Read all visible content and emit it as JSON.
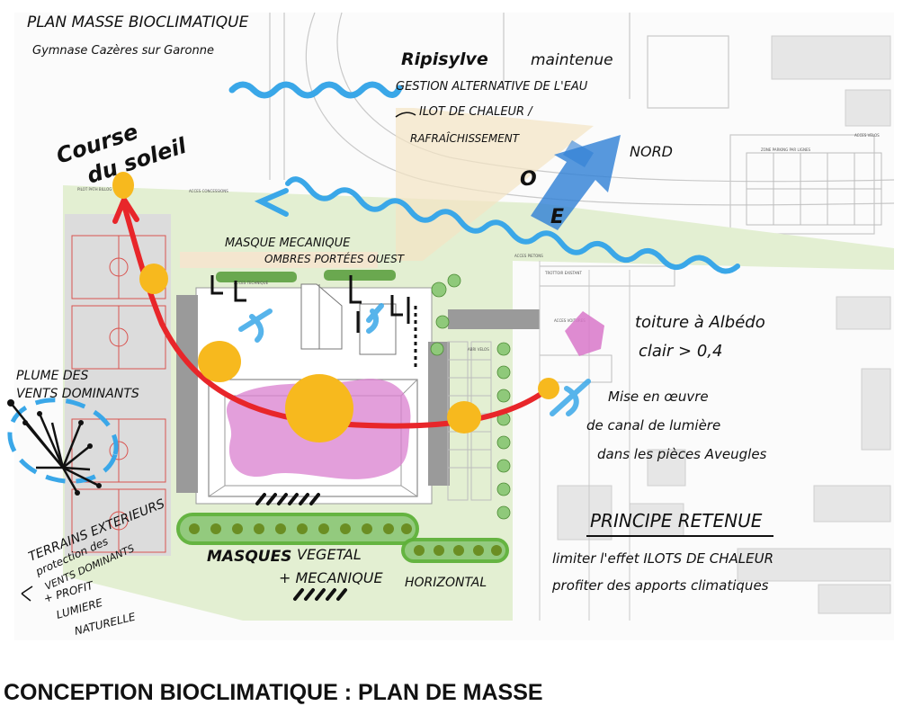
{
  "title": "PLAN MASSE BIOCLIMATIQUE",
  "subtitle": "Gymnase Cazères sur Garonne",
  "caption": "CONCEPTION BIOCLIMATIQUE : PLAN DE MASSE",
  "labels": {
    "ripisylve_a": "Ripisylve",
    "ripisylve_b": "maintenue",
    "gestion_eau": "GESTION ALTERNATIVE DE L'EAU",
    "ilot_chaleur": "ILOT DE CHALEUR /",
    "rafraichissement": "RAFRAÎCHISSEMENT",
    "course_soleil_a": "Course",
    "course_soleil_b": "du soleil",
    "nord": "NORD",
    "ouest": "O",
    "est": "E",
    "masque_mecanique_a": "MASQUE MECANIQUE",
    "masque_mecanique_b": "OMBRES PORTÉES OUEST",
    "toiture_a": "toiture à Albédo",
    "toiture_b": "clair > 0,4",
    "canal_a": "Mise en œuvre",
    "canal_b": "de canal de lumière",
    "canal_c": "dans les pièces Aveugles",
    "plume_a": "PLUME DES",
    "plume_b": "VENTS DOMINANTS",
    "terrains": "TERRAINS EXTERIEURS",
    "protection_a": "protection des",
    "protection_b": "VENTS DOMINANTS",
    "profit_a": "+ PROFIT",
    "profit_b": "LUMIERE",
    "profit_c": "NATURELLE",
    "masques": "MASQUES",
    "vegetal": "VEGETAL",
    "mecanique": "+ MECANIQUE",
    "horizontal": "HORIZONTAL",
    "principe": "PRINCIPE RETENUE",
    "principe_1": "limiter l'effet ILOTS DE CHALEUR",
    "principe_2": "profiter des apports climatiques"
  },
  "plan_labels": {
    "acces_concessions": "ACCES CONCESSIONS",
    "pilot_path": "PILOT PATH BILLOG",
    "acces_technique": "ACCES TECHNIQUE",
    "acces_pietons": "ACCES PIETONS",
    "acces_voiture": "ACCES VOITURES",
    "zone_parking": "ZONE PARKING PAR LIGNES",
    "trottoir": "TROTTOIR EXISTANT",
    "abri_velos": "ABRI VELOS",
    "acces_velos": "ACCES VELOS",
    "zone_etc": "ZONE PARKING PAR LIGNES"
  },
  "colors": {
    "sun_path": "#e8262a",
    "sun": "#f7b91e",
    "water": "#3aa7e8",
    "north_arrow": "#2e7fd6",
    "green_mask": "#5fb13a",
    "roof_pink": "#d97fcf",
    "albedo": "#d877c9",
    "wind": "#111111",
    "wind_plume": "#3aa7e8"
  }
}
